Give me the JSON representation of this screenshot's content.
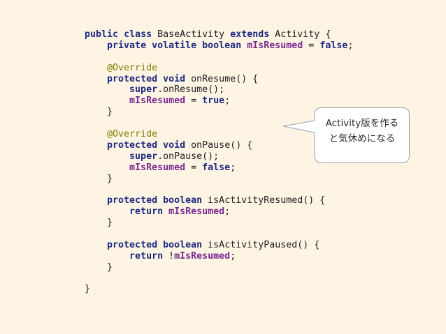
{
  "code": {
    "l1": {
      "a": "public",
      "b": "class",
      "c": "BaseActivity",
      "d": "extends",
      "e": "Activity {"
    },
    "l2": {
      "a": "private",
      "b": "volatile",
      "c": "boolean",
      "d": "mIsResumed",
      "e": "=",
      "f": "false",
      "g": ";"
    },
    "l4": {
      "a": "@Override"
    },
    "l5": {
      "a": "protected",
      "b": "void",
      "c": "onResume() {"
    },
    "l6": {
      "a": "super",
      "b": ".onResume();"
    },
    "l7": {
      "a": "mIsResumed",
      "b": "=",
      "c": "true",
      "d": ";"
    },
    "l8": {
      "a": "}"
    },
    "l10": {
      "a": "@Override"
    },
    "l11": {
      "a": "protected",
      "b": "void",
      "c": "onPause() {"
    },
    "l12": {
      "a": "super",
      "b": ".onPause();"
    },
    "l13": {
      "a": "mIsResumed",
      "b": "=",
      "c": "false",
      "d": ";"
    },
    "l14": {
      "a": "}"
    },
    "l16": {
      "a": "protected",
      "b": "boolean",
      "c": "isActivityResumed() {"
    },
    "l17": {
      "a": "return",
      "b": "mIsResumed",
      "c": ";"
    },
    "l18": {
      "a": "}"
    },
    "l20": {
      "a": "protected",
      "b": "boolean",
      "c": "isActivityPaused() {"
    },
    "l21": {
      "a": "return",
      "b": "!",
      "c": "mIsResumed",
      "d": ";"
    },
    "l22": {
      "a": "}"
    },
    "l24": {
      "a": "}"
    }
  },
  "callout": {
    "line1": "Activity版を作る",
    "line2": "と気休めになる"
  },
  "colors": {
    "background": "#fdf4e4",
    "keyword": "#1f2a80",
    "field": "#7a2a91",
    "annotation": "#7f7f00",
    "callout_border": "#9aa3ad"
  }
}
